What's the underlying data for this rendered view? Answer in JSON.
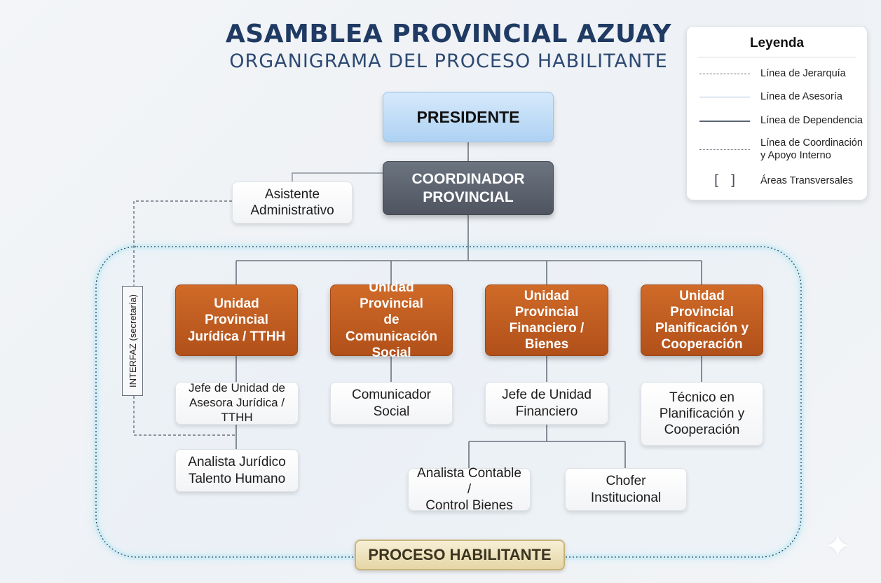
{
  "title": "ASAMBLEA PROVINCIAL AZUAY",
  "subtitle": "ORGANIGRAMA DEL PROCESO HABILITANTE",
  "nodes": {
    "presidente": "PRESIDENTE",
    "coordinador": "COORDINADOR\nPROVINCIAL",
    "asistente": "Asistente\nAdministrativo",
    "unidad_juridica": "Unidad Provincial\nJurídica / TTHH",
    "unidad_comunicacion": "Unidad Provincial\nde Comunicación\nSocial",
    "unidad_financiero": "Unidad Provincial\nFinanciero / Bienes",
    "unidad_planificacion": "Unidad Provincial\nPlanificación y\nCooperación",
    "jefe_juridica": "Jefe de Unidad de\nAsesora Jurídica / TTHH",
    "analista_juridico": "Analista Jurídico\nTalento Humano",
    "comunicador": "Comunicador\nSocial",
    "jefe_financiero": "Jefe de Unidad\nFinanciero",
    "analista_contable": "Analista Contable /\nControl Bienes",
    "chofer": "Chofer\nInstitucional",
    "tecnico_planificacion": "Técnico en\nPlanificación y\nCooperación",
    "proceso_habilitante": "PROCESO HABILITANTE",
    "interfaz": "INTERFAZ (secretaría)"
  },
  "legend": {
    "title": "Leyenda",
    "items": [
      {
        "label": "Línea de Jerarquía",
        "style": "dashed",
        "color": "#6b737d"
      },
      {
        "label": "Línea de Asesoría",
        "style": "solid-light",
        "color": "#a9c3df"
      },
      {
        "label": "Línea de Dependencia",
        "style": "solid",
        "color": "#5c6672"
      },
      {
        "label": "Línea de Coordinación\ny Apoyo Interno",
        "style": "dotted",
        "color": "#6b737d"
      },
      {
        "label": "Áreas Transversales",
        "style": "brackets",
        "color": "#4a525c",
        "symbol": "[  ]"
      }
    ]
  },
  "colors": {
    "title": "#1f3a63",
    "unit_orange": "#c05c20",
    "coordinator_gray": "#5a626d",
    "president_blue": "#bcdcf7",
    "proceso_gold": "#efe2b8",
    "connector": "#6b737d",
    "proceso_outline": "#2e4a62"
  }
}
